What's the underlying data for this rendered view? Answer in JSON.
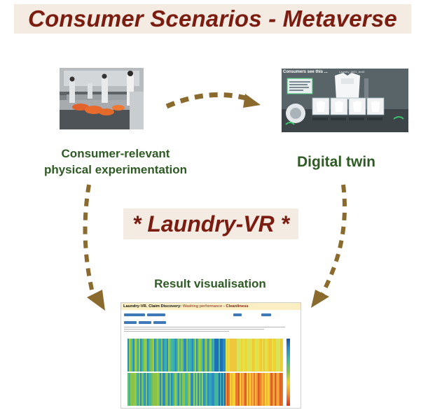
{
  "header": {
    "title": "Consumer Scenarios - Metaverse"
  },
  "center": {
    "title": "* Laundry-VR *"
  },
  "nodes": {
    "physical": {
      "label_line1": "Consumer-relevant",
      "label_line2": "physical experimentation"
    },
    "digital_twin": {
      "label": "Digital twin",
      "screen_heading": "Consumers see this ...",
      "screen_id": "Laundry_0001_8x46"
    },
    "result": {
      "label": "Result visualisation"
    }
  },
  "result_screen": {
    "title_part1": "Laundry-VR. Claim Discovery:",
    "title_part2": "Washing performance",
    "title_part3": "- Cleanliness"
  },
  "colors": {
    "title": "#7b1c10",
    "label": "#2e5a23",
    "arrow": "#8b6a2e",
    "band": "#f4ebe3"
  }
}
